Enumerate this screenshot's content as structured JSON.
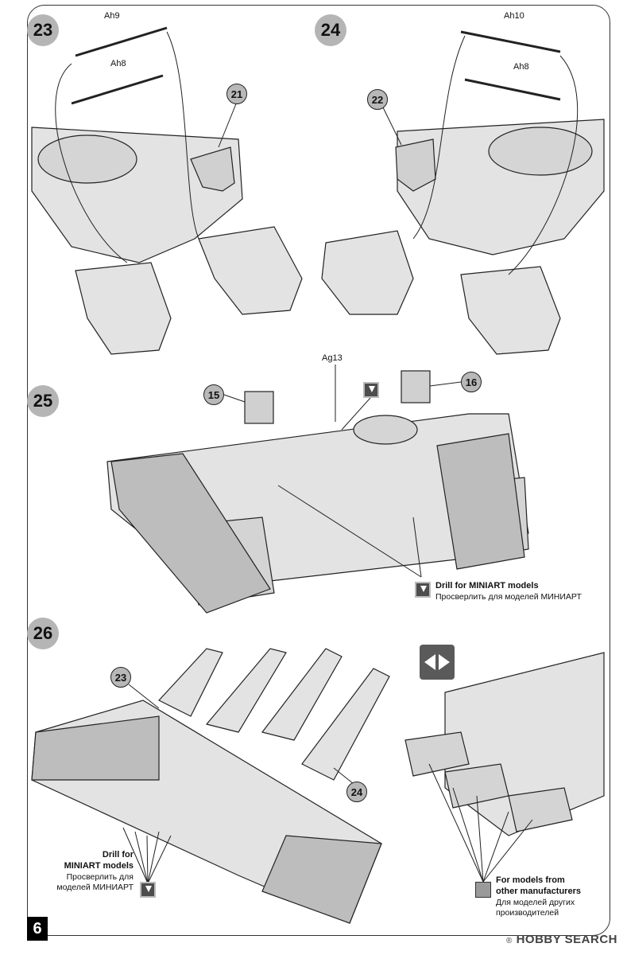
{
  "page": {
    "number": "6"
  },
  "steps": {
    "s23": "23",
    "s24": "24",
    "s25": "25",
    "s26": "26"
  },
  "callouts": {
    "c21": "21",
    "c22": "22",
    "c15": "15",
    "c16": "16",
    "c23b": "23",
    "c24b": "24"
  },
  "parts": {
    "ah9": "Ah9",
    "ah8_left": "Ah8",
    "ah10": "Ah10",
    "ah8_right": "Ah8",
    "ag13": "Ag13"
  },
  "notes": {
    "step25_drill_en": "Drill for MINIART models",
    "step25_drill_ru": "Просверлить для моделей МИНИАРТ",
    "step26_drill_en_line1": "Drill for",
    "step26_drill_en_line2": "MINIART models",
    "step26_drill_ru_line1": "Просверлить для",
    "step26_drill_ru_line2": "моделей МИНИАРТ",
    "other_en_line1": "For models from",
    "other_en_line2": "other manufacturers",
    "other_ru_line1": "Для моделей других",
    "other_ru_line2": "производителей"
  },
  "watermark": {
    "text": "HOBBY SEARCH",
    "symbol": "®"
  }
}
